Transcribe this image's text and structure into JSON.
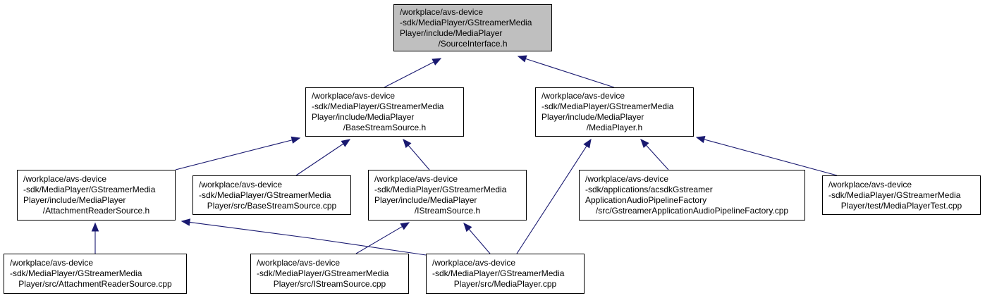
{
  "colors": {
    "edge": "#191970",
    "root_fill": "#bfbfbf",
    "node_fill": "#ffffff",
    "border": "#000000"
  },
  "nodes": {
    "source_interface_h": {
      "lines": [
        "/workplace/avs-device",
        "-sdk/MediaPlayer/GStreamerMedia",
        "Player/include/MediaPlayer",
        "/SourceInterface.h"
      ]
    },
    "base_stream_source_h": {
      "lines": [
        "/workplace/avs-device",
        "-sdk/MediaPlayer/GStreamerMedia",
        "Player/include/MediaPlayer",
        "/BaseStreamSource.h"
      ]
    },
    "media_player_h": {
      "lines": [
        "/workplace/avs-device",
        "-sdk/MediaPlayer/GStreamerMedia",
        "Player/include/MediaPlayer",
        "/MediaPlayer.h"
      ]
    },
    "attachment_reader_source_h": {
      "lines": [
        "/workplace/avs-device",
        "-sdk/MediaPlayer/GStreamerMedia",
        "Player/include/MediaPlayer",
        "/AttachmentReaderSource.h"
      ]
    },
    "base_stream_source_cpp": {
      "lines": [
        "/workplace/avs-device",
        "-sdk/MediaPlayer/GStreamerMedia",
        "Player/src/BaseStreamSource.cpp"
      ]
    },
    "istream_source_h": {
      "lines": [
        "/workplace/avs-device",
        "-sdk/MediaPlayer/GStreamerMedia",
        "Player/include/MediaPlayer",
        "/IStreamSource.h"
      ]
    },
    "gstreamer_app_audio_pipeline_factory_cpp": {
      "lines": [
        "/workplace/avs-device",
        "-sdk/applications/acsdkGstreamer",
        "ApplicationAudioPipelineFactory",
        "/src/GstreamerApplicationAudioPipelineFactory.cpp"
      ]
    },
    "media_player_test_cpp": {
      "lines": [
        "/workplace/avs-device",
        "-sdk/MediaPlayer/GStreamerMedia",
        "Player/test/MediaPlayerTest.cpp"
      ]
    },
    "attachment_reader_source_cpp": {
      "lines": [
        "/workplace/avs-device",
        "-sdk/MediaPlayer/GStreamerMedia",
        "Player/src/AttachmentReaderSource.cpp"
      ]
    },
    "istream_source_cpp": {
      "lines": [
        "/workplace/avs-device",
        "-sdk/MediaPlayer/GStreamerMedia",
        "Player/src/IStreamSource.cpp"
      ]
    },
    "media_player_cpp": {
      "lines": [
        "/workplace/avs-device",
        "-sdk/MediaPlayer/GStreamerMedia",
        "Player/src/MediaPlayer.cpp"
      ]
    }
  },
  "edges": [
    {
      "from": "base_stream_source_h",
      "to": "source_interface_h"
    },
    {
      "from": "media_player_h",
      "to": "source_interface_h"
    },
    {
      "from": "attachment_reader_source_h",
      "to": "base_stream_source_h"
    },
    {
      "from": "base_stream_source_cpp",
      "to": "base_stream_source_h"
    },
    {
      "from": "istream_source_h",
      "to": "base_stream_source_h"
    },
    {
      "from": "media_player_cpp",
      "to": "media_player_h"
    },
    {
      "from": "gstreamer_app_audio_pipeline_factory_cpp",
      "to": "media_player_h"
    },
    {
      "from": "media_player_test_cpp",
      "to": "media_player_h"
    },
    {
      "from": "attachment_reader_source_cpp",
      "to": "attachment_reader_source_h"
    },
    {
      "from": "media_player_cpp",
      "to": "attachment_reader_source_h"
    },
    {
      "from": "istream_source_cpp",
      "to": "istream_source_h"
    },
    {
      "from": "media_player_cpp",
      "to": "istream_source_h"
    }
  ]
}
